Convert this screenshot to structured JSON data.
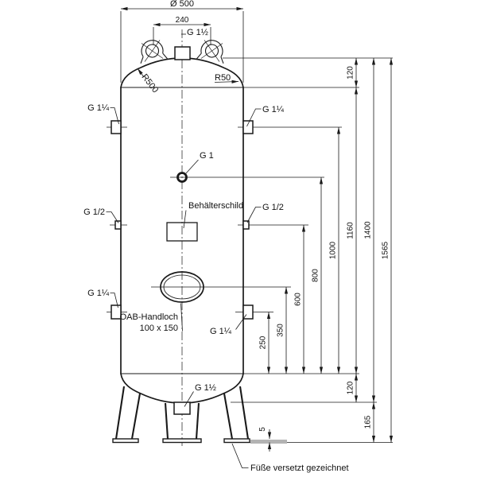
{
  "meta": {
    "type": "technical-dimension-drawing",
    "subject": "vertical compressed-air pressure vessel, front view",
    "language": "de"
  },
  "colors": {
    "line": "#1a1a1a",
    "background": "#ffffff",
    "ground_hatch": "#b3b3b3"
  },
  "ports": {
    "top": "G 1½",
    "left_upper": "G 1¼",
    "right_upper": "G 1¼",
    "left_mid": "G 1/2",
    "right_mid": "G 1/2",
    "center": "G 1",
    "left_lower": "G 1¼",
    "right_lower": "G 1¼",
    "bottom": "G 1½"
  },
  "labels": {
    "nameplate": "Behälterschild",
    "handhole_line1": "OAB-Handloch",
    "handhole_line2": "100 x 150",
    "feet_note": "Füße versetzt gezeichnet",
    "crown_radius": "R500",
    "knuckle_radius": "R50"
  },
  "dims": {
    "diameter": "Ø 500",
    "lug_spacing": "240",
    "d120_top": "120",
    "d1160": "1160",
    "d1400": "1400",
    "d1565": "1565",
    "d1000": "1000",
    "d800": "800",
    "d600": "600",
    "d350": "350",
    "d250": "250",
    "d120_bottom": "120",
    "d165": "165",
    "d5": "5"
  }
}
